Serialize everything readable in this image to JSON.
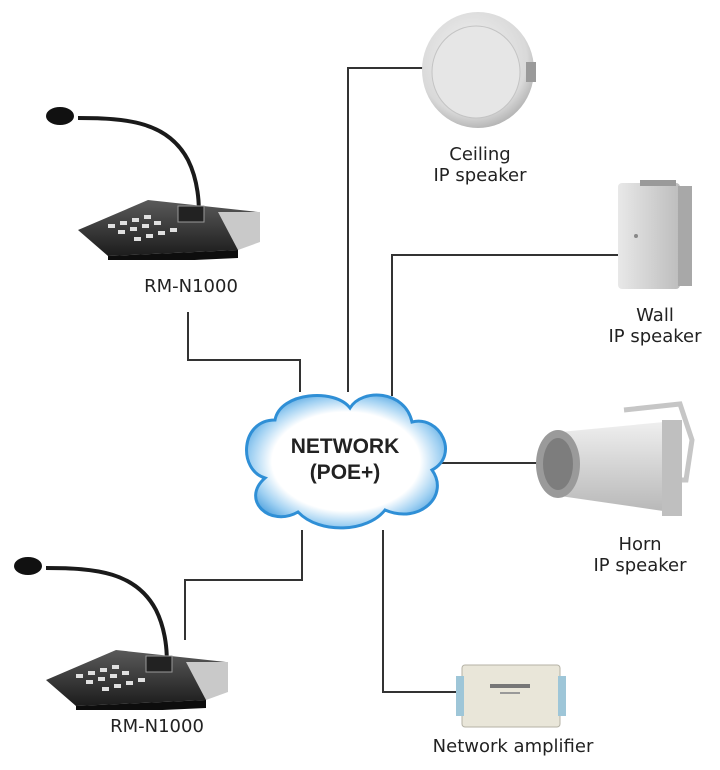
{
  "hub": {
    "line1": "NETWORK",
    "line2": "(POE+)",
    "color_outer": "#2f8fd6",
    "color_inner": "#ffffff"
  },
  "devices": [
    {
      "id": "console-top",
      "icon": "microphone-console-icon",
      "label": "RM-N1000"
    },
    {
      "id": "console-bottom",
      "icon": "microphone-console-icon",
      "label": "RM-N1000"
    },
    {
      "id": "ceiling",
      "icon": "ceiling-speaker-icon",
      "label_line1": "Ceiling",
      "label_line2": "IP speaker"
    },
    {
      "id": "wall",
      "icon": "wall-speaker-icon",
      "label_line1": "Wall",
      "label_line2": "IP speaker"
    },
    {
      "id": "horn",
      "icon": "horn-speaker-icon",
      "label_line1": "Horn",
      "label_line2": "IP speaker"
    },
    {
      "id": "amplifier",
      "icon": "network-amplifier-icon",
      "label": "Network amplifier"
    }
  ],
  "connector_color": "#333333"
}
